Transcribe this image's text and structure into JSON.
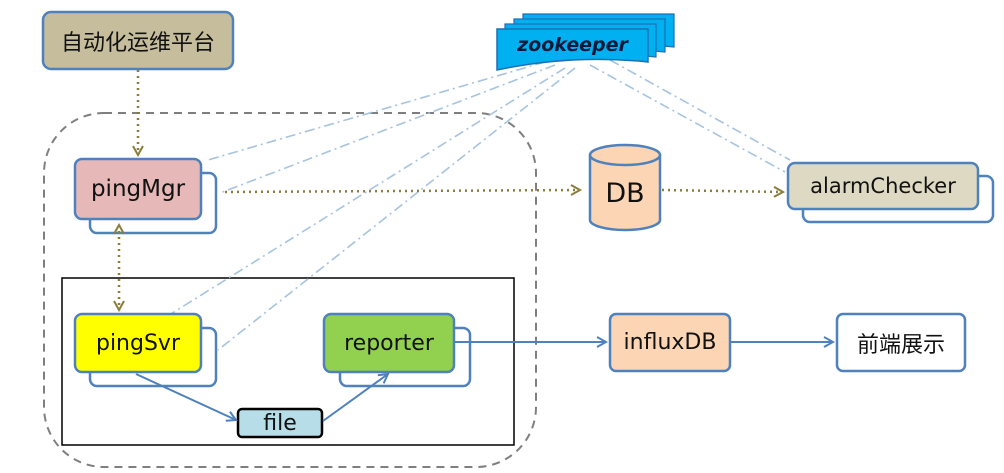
{
  "nodes": {
    "platform": "自动化运维平台",
    "zookeeper": "zookeeper",
    "pingMgr": "pingMgr",
    "db": "DB",
    "alarmChecker": "alarmChecker",
    "pingSvr": "pingSvr",
    "reporter": "reporter",
    "file": "file",
    "influxDB": "influxDB",
    "frontend": "前端展示"
  },
  "colors": {
    "platform_fill": "#c6bd9d",
    "pingMgr_fill": "#e6b9b8",
    "pingSvr_fill": "#ffff00",
    "reporter_fill": "#92d050",
    "db_fill": "#fcd5b5",
    "influx_fill": "#fcd5b5",
    "alarm_fill": "#ddd9c3",
    "file_fill": "#b7dee8",
    "zookeeper_fill": "#00b0f0",
    "box_border": "#4f81bd",
    "arrow_blue": "#4f81bd",
    "arrow_dotted": "#8b7d3a",
    "dash_dot": "#a6c3e0"
  }
}
